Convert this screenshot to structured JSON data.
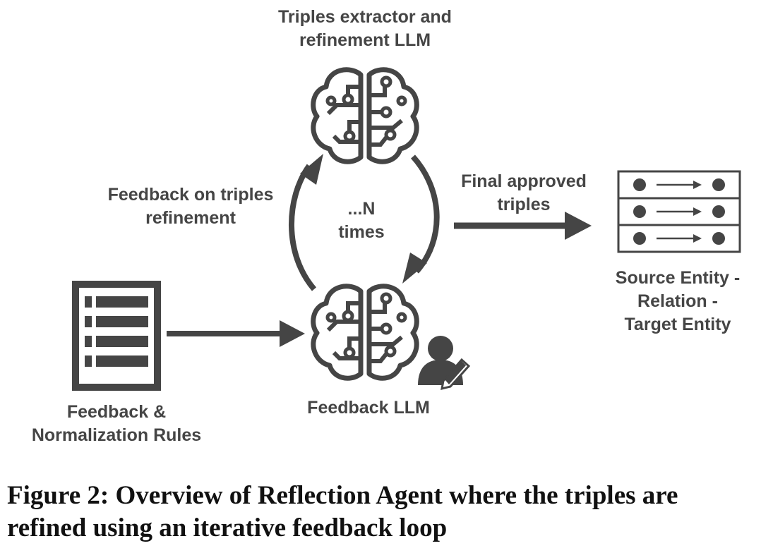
{
  "diagram": {
    "extractor_label": [
      "Triples extractor and",
      "refinement LLM"
    ],
    "feedback_label": "Feedback LLM",
    "loop_feedback_label": [
      "Feedback on triples",
      "refinement"
    ],
    "loop_count_label": [
      "...N",
      "times"
    ],
    "final_label": [
      "Final approved",
      "triples"
    ],
    "triple_label": [
      "Source Entity -",
      "Relation -",
      "Target Entity"
    ],
    "rules_label": [
      "Feedback &",
      "Normalization Rules"
    ],
    "icons": [
      "brain-circuit-icon",
      "brain-circuit-icon",
      "user-edit-icon",
      "rules-document-icon",
      "triple-table-icon"
    ],
    "colors": {
      "icon": "#454545",
      "text": "#454545",
      "caption": "#111111"
    }
  },
  "caption": {
    "lines": [
      "Figure 2: Overview of Reflection Agent where the triples are",
      "refined using an iterative feedback loop"
    ]
  }
}
